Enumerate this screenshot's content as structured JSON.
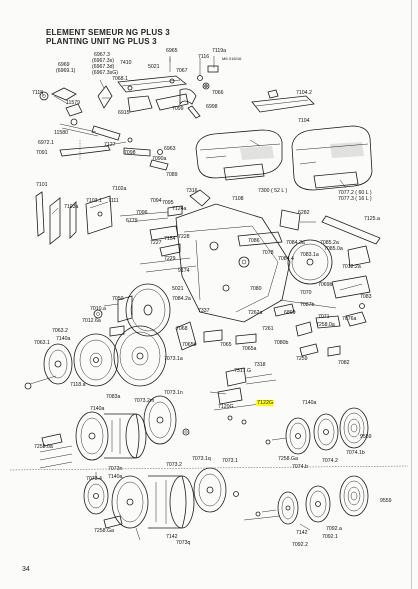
{
  "title_line1": "ELEMENT SEMEUR NG PLUS 3",
  "title_line2": "PLANTING UNIT NG PLUS 3",
  "page_number": "34",
  "highlighted_part": "7122G",
  "labels": [
    {
      "text": "6965"
    },
    {
      "text": "7116"
    },
    {
      "text": "7119a"
    },
    {
      "text": "M6 X16/16"
    },
    {
      "text": "6967.3"
    },
    {
      "text": "(6967.3s)"
    },
    {
      "text": "(6967.3d)"
    },
    {
      "text": "(6967.3sG)"
    },
    {
      "text": "7410"
    },
    {
      "text": "5021"
    },
    {
      "text": "6969"
    },
    {
      "text": "(6969.1)"
    },
    {
      "text": "7067"
    },
    {
      "text": "7068.1"
    },
    {
      "text": "7066"
    },
    {
      "text": "7114"
    },
    {
      "text": "7104.2"
    },
    {
      "text": "11579"
    },
    {
      "text": "11580"
    },
    {
      "text": "6915"
    },
    {
      "text": "7099"
    },
    {
      "text": "6998"
    },
    {
      "text": "7104"
    },
    {
      "text": "6972.1"
    },
    {
      "text": "7127"
    },
    {
      "text": "7098"
    },
    {
      "text": "6963"
    },
    {
      "text": "7091"
    },
    {
      "text": "7090a"
    },
    {
      "text": "7089"
    },
    {
      "text": "7316"
    },
    {
      "text": "7077.2 ( 60 L )"
    },
    {
      "text": "7077.3 ( 16 L )"
    },
    {
      "text": "7101"
    },
    {
      "text": "7102a"
    },
    {
      "text": "7094"
    },
    {
      "text": "7095"
    },
    {
      "text": "7124a"
    },
    {
      "text": "7108"
    },
    {
      "text": "7300 ( 52 L )"
    },
    {
      "text": "7103a"
    },
    {
      "text": "7103.1"
    },
    {
      "text": "7111"
    },
    {
      "text": "7096"
    },
    {
      "text": "6779"
    },
    {
      "text": "6282"
    },
    {
      "text": "7125.a"
    },
    {
      "text": "7227"
    },
    {
      "text": "7154"
    },
    {
      "text": "7228"
    },
    {
      "text": "7086"
    },
    {
      "text": "7084.3a"
    },
    {
      "text": "7085.2a"
    },
    {
      "text": "7085.0a"
    },
    {
      "text": "7229"
    },
    {
      "text": "7078"
    },
    {
      "text": "7083.1a"
    },
    {
      "text": "7084.4"
    },
    {
      "text": "7012.2a"
    },
    {
      "text": "9174"
    },
    {
      "text": "5021"
    },
    {
      "text": "7069b"
    },
    {
      "text": "7080"
    },
    {
      "text": "7084.2a"
    },
    {
      "text": "7070"
    },
    {
      "text": "7083"
    },
    {
      "text": "7010.a"
    },
    {
      "text": "7050"
    },
    {
      "text": "7337"
    },
    {
      "text": "7262a"
    },
    {
      "text": "6899"
    },
    {
      "text": "7087b"
    },
    {
      "text": "7076a"
    },
    {
      "text": "7071"
    },
    {
      "text": "7012.6a"
    },
    {
      "text": "7258.0a"
    },
    {
      "text": "7063.2"
    },
    {
      "text": "7068"
    },
    {
      "text": "7261"
    },
    {
      "text": "7080b"
    },
    {
      "text": "7063.1"
    },
    {
      "text": "7140a"
    },
    {
      "text": "7065b"
    },
    {
      "text": "7065"
    },
    {
      "text": "7065a"
    },
    {
      "text": "7259"
    },
    {
      "text": "7073.1a"
    },
    {
      "text": "7082"
    },
    {
      "text": "7318"
    },
    {
      "text": "7317.G"
    },
    {
      "text": "7118.a"
    },
    {
      "text": "7083a"
    },
    {
      "text": "7073.2m"
    },
    {
      "text": "7073.1n"
    },
    {
      "text": "7140a"
    },
    {
      "text": "7120G"
    },
    {
      "text": "7140a"
    },
    {
      "text": "7258.0a"
    },
    {
      "text": "9559"
    },
    {
      "text": "7258.Ga"
    },
    {
      "text": "7074.1b"
    },
    {
      "text": "7073.2"
    },
    {
      "text": "7073.1q"
    },
    {
      "text": "7073.1"
    },
    {
      "text": "7074.b"
    },
    {
      "text": "7074.2"
    },
    {
      "text": "7073n"
    },
    {
      "text": "7073.4"
    },
    {
      "text": "7140a"
    },
    {
      "text": "7142"
    },
    {
      "text": "7258.Ga"
    },
    {
      "text": "9559"
    },
    {
      "text": "7073q"
    },
    {
      "text": "7142"
    },
    {
      "text": "7092.1"
    },
    {
      "text": "7092.a"
    },
    {
      "text": "7092.2"
    }
  ]
}
